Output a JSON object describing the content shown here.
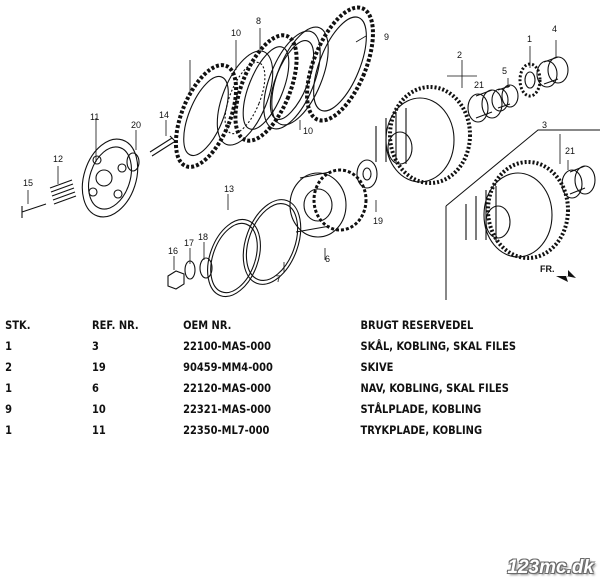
{
  "diagram": {
    "callouts": [
      "1",
      "2",
      "3",
      "4",
      "5",
      "6",
      "7",
      "8",
      "9",
      "10",
      "10",
      "11",
      "12",
      "13",
      "14",
      "15",
      "16",
      "17",
      "18",
      "19",
      "20",
      "21",
      "21"
    ],
    "direction_label": "FR."
  },
  "table": {
    "headers": [
      "STK.",
      "REF. NR.",
      "OEM NR.",
      "BRUGT RESERVEDEL"
    ],
    "rows": [
      [
        "1",
        "3",
        "22100-MAS-000",
        "SKÅL, KOBLING, SKAL FILES"
      ],
      [
        "2",
        "19",
        "90459-MM4-000",
        "SKIVE"
      ],
      [
        "1",
        "6",
        "22120-MAS-000",
        "NAV, KOBLING, SKAL FILES"
      ],
      [
        "9",
        "10",
        "22321-MAS-000",
        "STÅLPLADE, KOBLING"
      ],
      [
        "1",
        "11",
        "22350-ML7-000",
        "TRYKPLADE, KOBLING"
      ]
    ]
  },
  "watermark": "123mc.dk"
}
